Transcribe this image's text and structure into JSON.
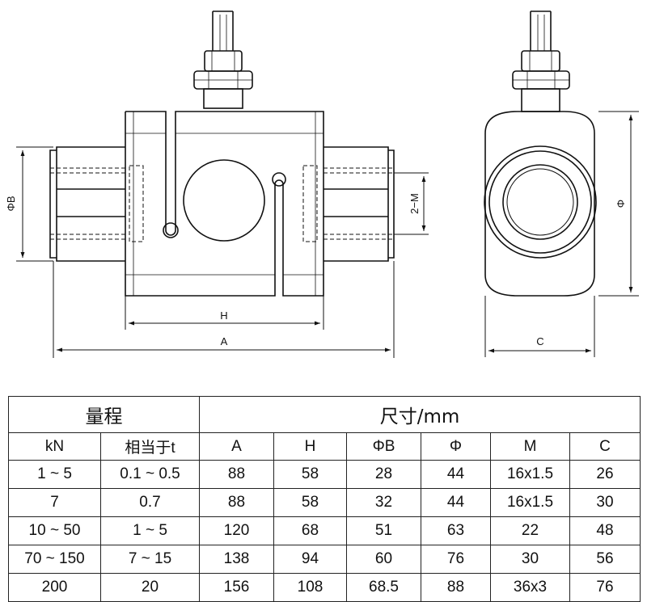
{
  "drawing": {
    "labels": {
      "phi_b": "ΦB",
      "m": "2−M",
      "h": "H",
      "a": "A",
      "phi": "Φ",
      "c": "C"
    }
  },
  "table": {
    "group_range": "量程",
    "group_size": "尺寸/mm",
    "columns": [
      "kN",
      "相当于t",
      "A",
      "H",
      "ΦB",
      "Φ",
      "M",
      "C"
    ],
    "rows": [
      [
        "1 ~ 5",
        "0.1 ~ 0.5",
        "88",
        "58",
        "28",
        "44",
        "16x1.5",
        "26"
      ],
      [
        "7",
        "0.7",
        "88",
        "58",
        "32",
        "44",
        "16x1.5",
        "30"
      ],
      [
        "10 ~ 50",
        "1 ~ 5",
        "120",
        "68",
        "51",
        "63",
        "22",
        "48"
      ],
      [
        "70 ~ 150",
        "7 ~ 15",
        "138",
        "94",
        "60",
        "76",
        "30",
        "56"
      ],
      [
        "200",
        "20",
        "156",
        "108",
        "68.5",
        "88",
        "36x3",
        "76"
      ]
    ]
  }
}
